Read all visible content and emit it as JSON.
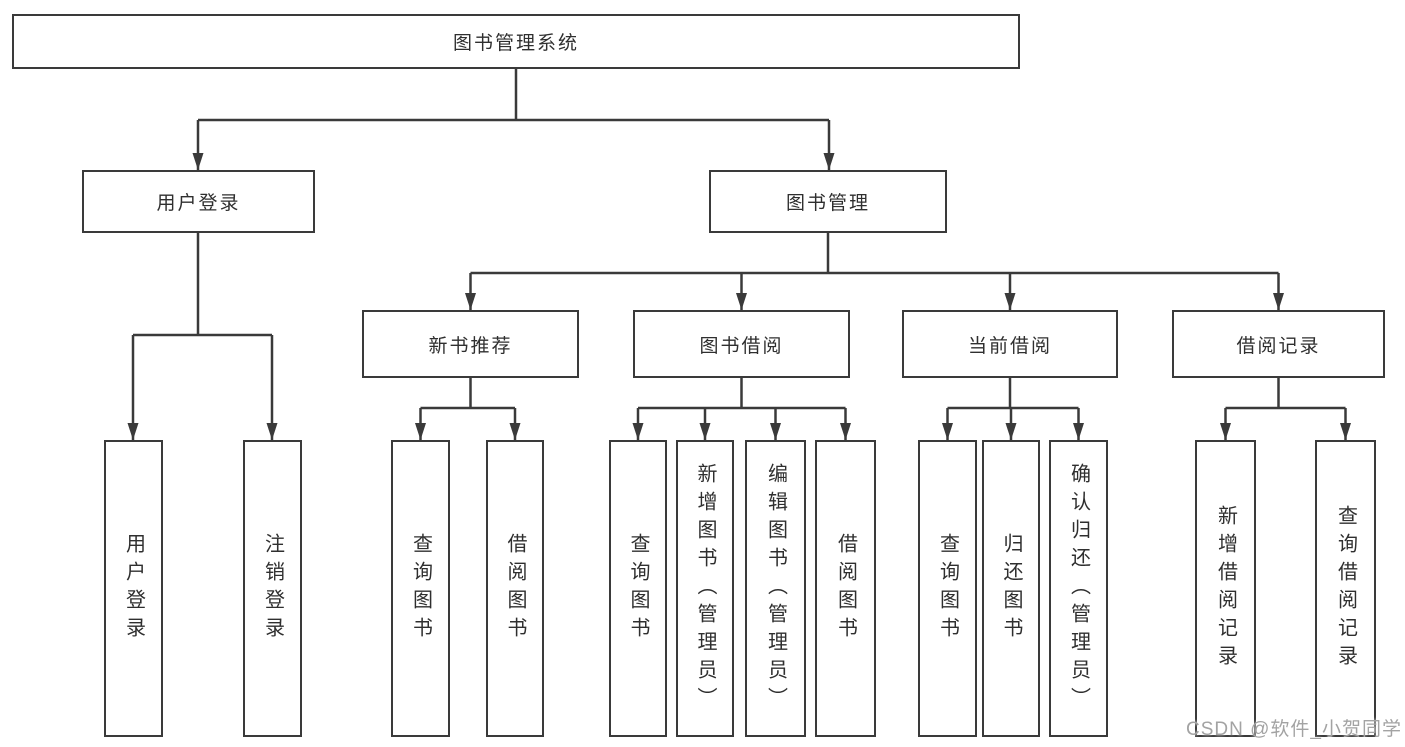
{
  "diagram_type": "tree",
  "colors": {
    "line": "#3a3a3a",
    "box_border": "#3a3a3a",
    "box_fill": "#ffffff",
    "text": "#2f2f2f",
    "watermark": "#a3a3a3",
    "background": "#ffffff"
  },
  "tree": {
    "label": "图书管理系统",
    "children": [
      {
        "label": "用户登录",
        "children": [
          {
            "label": "用户登录"
          },
          {
            "label": "注销登录"
          }
        ]
      },
      {
        "label": "图书管理",
        "children": [
          {
            "label": "新书推荐",
            "children": [
              {
                "label": "查询图书"
              },
              {
                "label": "借阅图书"
              }
            ]
          },
          {
            "label": "图书借阅",
            "children": [
              {
                "label": "查询图书"
              },
              {
                "label": "新增图书（管理员）"
              },
              {
                "label": "编辑图书（管理员）"
              },
              {
                "label": "借阅图书"
              }
            ]
          },
          {
            "label": "当前借阅",
            "children": [
              {
                "label": "查询图书"
              },
              {
                "label": "归还图书"
              },
              {
                "label": "确认归还（管理员）"
              }
            ]
          },
          {
            "label": "借阅记录",
            "children": [
              {
                "label": "新增借阅记录"
              },
              {
                "label": "查询借阅记录"
              }
            ]
          }
        ]
      }
    ]
  },
  "watermark": {
    "text": "CSDN @软件_小贺同学"
  }
}
